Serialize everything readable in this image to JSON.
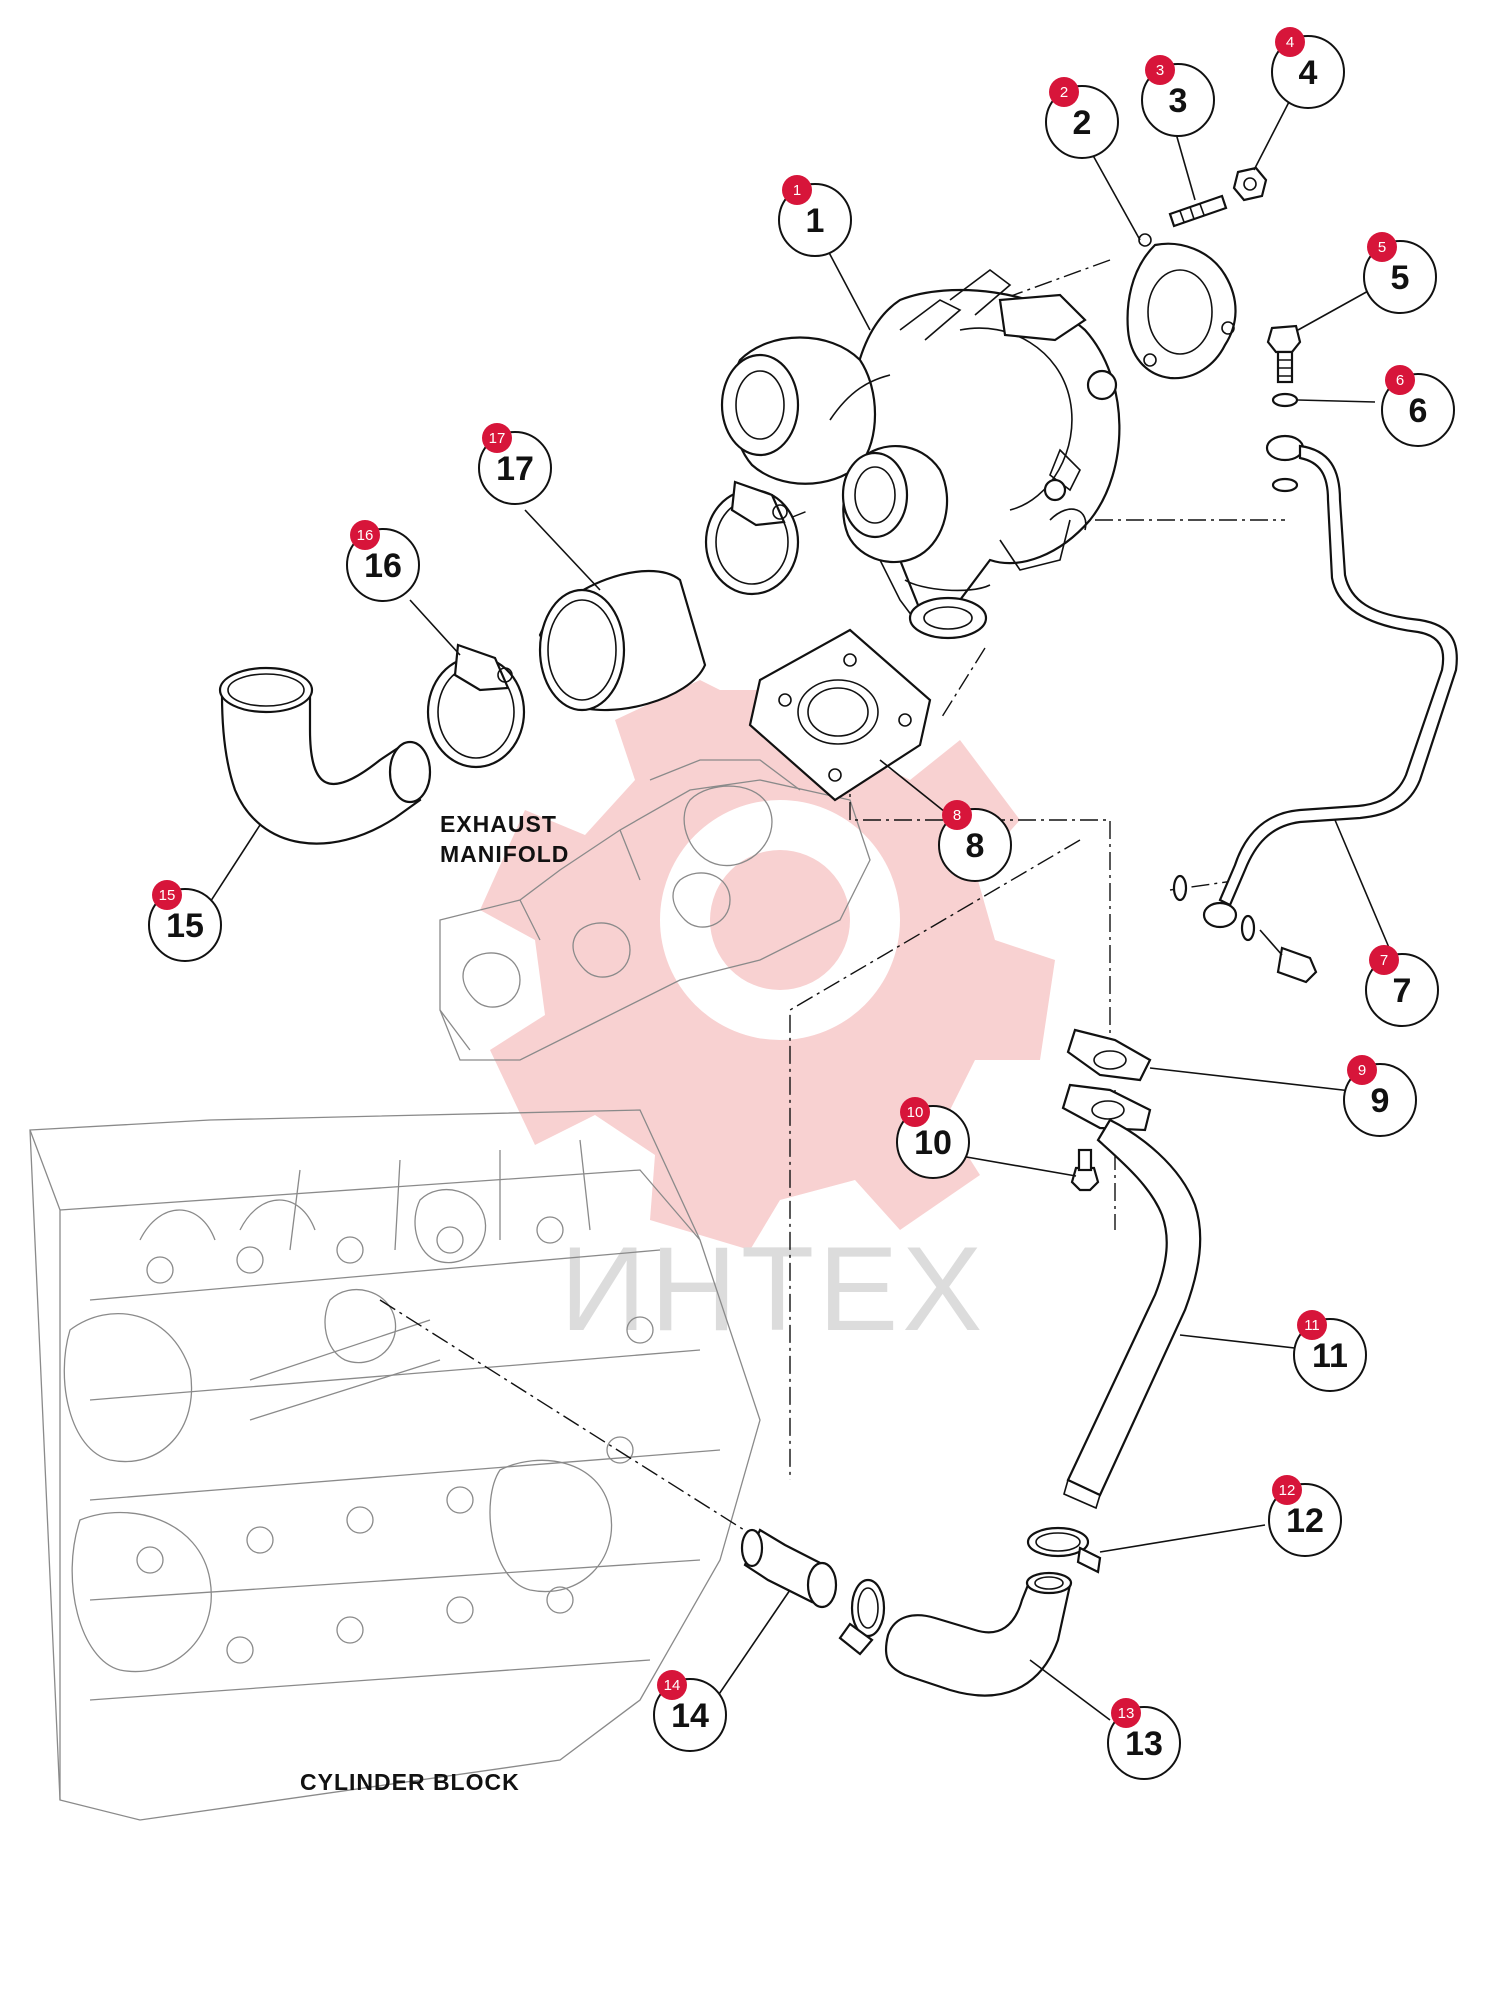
{
  "labels": {
    "exhaust_manifold_line1": "EXHAUST",
    "exhaust_manifold_line2": "MANIFOLD",
    "cylinder_block": "CYLINDER BLOCK",
    "watermark": "ИНТЕХ"
  },
  "watermark_color": "#f7c9c9",
  "badge_color": "#d7153a",
  "callouts": [
    {
      "id": "1",
      "badge": "1"
    },
    {
      "id": "2",
      "badge": "2"
    },
    {
      "id": "3",
      "badge": "3"
    },
    {
      "id": "4",
      "badge": "4"
    },
    {
      "id": "5",
      "badge": "5"
    },
    {
      "id": "6",
      "badge": "6"
    },
    {
      "id": "7",
      "badge": "7"
    },
    {
      "id": "8",
      "badge": "8"
    },
    {
      "id": "9",
      "badge": "9"
    },
    {
      "id": "10",
      "badge": "10"
    },
    {
      "id": "11",
      "badge": "11"
    },
    {
      "id": "12",
      "badge": "12"
    },
    {
      "id": "13",
      "badge": "13"
    },
    {
      "id": "14",
      "badge": "14"
    },
    {
      "id": "15",
      "badge": "15"
    },
    {
      "id": "16",
      "badge": "16"
    },
    {
      "id": "17",
      "badge": "17"
    }
  ]
}
